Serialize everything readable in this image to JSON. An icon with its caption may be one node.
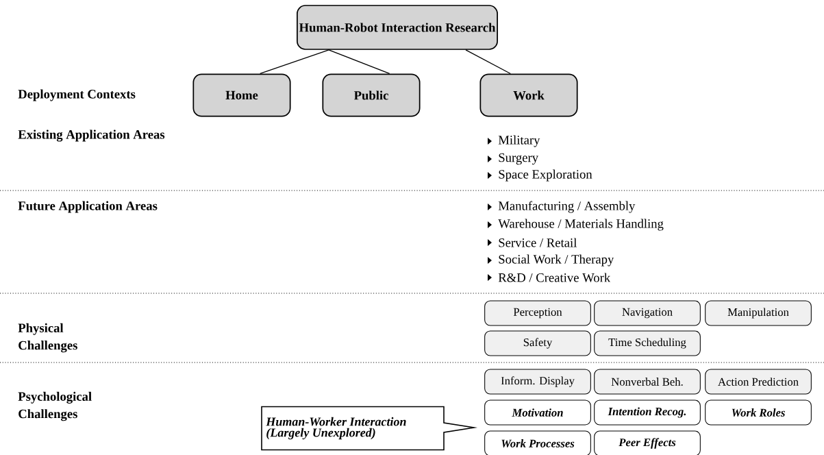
{
  "diagram": {
    "nodes": [
      {
        "text": [
          "Human-Robot Interaction Research"
        ]
      },
      {
        "text": [
          "Home"
        ]
      },
      {
        "text": [
          "Public"
        ]
      },
      {
        "text": [
          "Work"
        ]
      },
      {
        "text": [
          "Perception"
        ]
      },
      {
        "text": [
          "Navigation"
        ]
      },
      {
        "text": [
          "Manipulation"
        ]
      },
      {
        "text": [
          "Safety"
        ]
      },
      {
        "text": [
          "Time Scheduling"
        ]
      },
      {
        "text": [
          "Inform. Display"
        ]
      },
      {
        "text": [
          "Nonverbal Beh."
        ]
      },
      {
        "text": [
          "Action Prediction"
        ]
      },
      {
        "text": [
          "Human-Worker Interaction (Largely Unexplored)"
        ]
      },
      {
        "text": [
          "Motivation"
        ]
      },
      {
        "text": [
          "Intention Recog."
        ]
      },
      {
        "text": [
          "Work Roles"
        ]
      },
      {
        "text": [
          "Work Processes"
        ]
      },
      {
        "text": [
          "Peer Effects"
        ]
      }
    ],
    "edges": [
      {
        "from": 0,
        "to": 1,
        "arrow": "none"
      },
      {
        "from": 0,
        "to": 2,
        "arrow": "none"
      },
      {
        "from": 0,
        "to": 3,
        "arrow": "none"
      }
    ],
    "labels": [
      "Deployment Contexts",
      "Existing Application Areas",
      "Military",
      "Surgery",
      "Space Exploration",
      "Future Application Areas",
      "Manufacturing / Assembly",
      "Warehouse / Materials Handling",
      "Service / Retail",
      "Social Work / Therapy",
      "R&D / Creative Work",
      "Physical Challenges",
      "Psychological Challenges"
    ]
  }
}
